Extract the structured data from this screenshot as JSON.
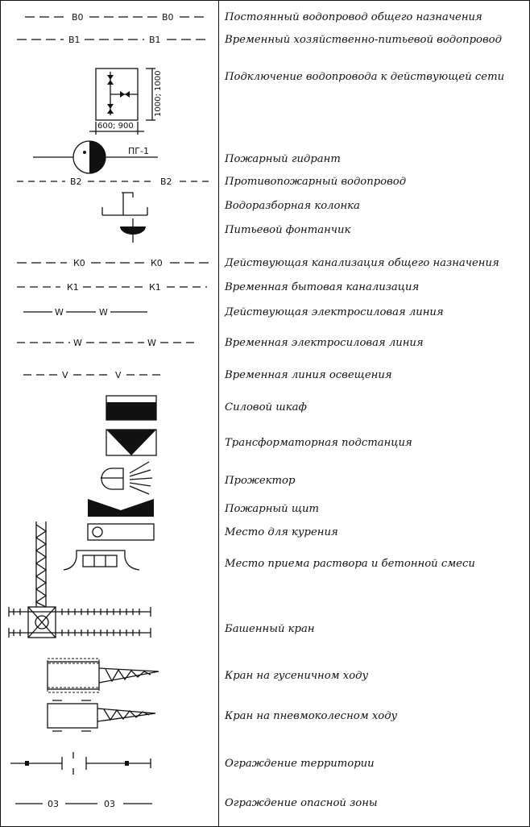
{
  "legend": {
    "items": [
      {
        "symbol": "line-dash-labeled",
        "labels": [
          "В0",
          "В0"
        ],
        "caption": "Постоянный водопровод общего назначения"
      },
      {
        "symbol": "line-dash-labeled",
        "labels": [
          "В1",
          "В1"
        ],
        "caption": "Временный хозяйственно-питьевой водопровод"
      },
      {
        "symbol": "water-connection",
        "labels": [
          "1000; 1000",
          "600; 900"
        ],
        "caption": "Подключение водопровода к действующей сети"
      },
      {
        "symbol": "fire-hydrant",
        "labels": [
          "ПГ-1"
        ],
        "caption": "Пожарный гидрант"
      },
      {
        "symbol": "line-dash-labeled",
        "labels": [
          "В2",
          "В2"
        ],
        "caption": "Противопожарный водопровод"
      },
      {
        "symbol": "water-standpipe",
        "labels": [],
        "caption": "Водоразборная колонка"
      },
      {
        "symbol": "drinking-fountain",
        "labels": [],
        "caption": "Питьевой фонтанчик"
      },
      {
        "symbol": "line-dash-labeled",
        "labels": [
          "К0",
          "К0"
        ],
        "caption": "Действующая канализация общего назначения"
      },
      {
        "symbol": "line-dash-labeled",
        "labels": [
          "К1",
          "К1"
        ],
        "caption": "Временная бытовая канализация"
      },
      {
        "symbol": "line-solid-labeled",
        "labels": [
          "W",
          "W"
        ],
        "caption": "Действующая электросиловая линия"
      },
      {
        "symbol": "line-dash-labeled",
        "labels": [
          "W",
          "W"
        ],
        "caption": "Временная электросиловая линия"
      },
      {
        "symbol": "line-dash-labeled",
        "labels": [
          "V",
          "V"
        ],
        "caption": "Временная линия освещения"
      },
      {
        "symbol": "power-cabinet",
        "labels": [],
        "caption": "Силовой шкаф"
      },
      {
        "symbol": "transformer-substation",
        "labels": [],
        "caption": "Трансформаторная подстанция"
      },
      {
        "symbol": "floodlight",
        "labels": [],
        "caption": "Прожектор"
      },
      {
        "symbol": "fire-board",
        "labels": [],
        "caption": "Пожарный щит"
      },
      {
        "symbol": "smoking-area",
        "labels": [],
        "caption": "Место для курения"
      },
      {
        "symbol": "mortar-receiving",
        "labels": [],
        "caption": "Место приема раствора и бетонной смеси"
      },
      {
        "symbol": "tower-crane",
        "labels": [],
        "caption": "Башенный кран"
      },
      {
        "symbol": "crawler-crane",
        "labels": [],
        "caption": "Кран на гусеничном ходу"
      },
      {
        "symbol": "pneumatic-crane",
        "labels": [],
        "caption": "Кран на пневмоколесном ходу"
      },
      {
        "symbol": "site-fence",
        "labels": [],
        "caption": "Ограждение территории"
      },
      {
        "symbol": "line-solid-labeled",
        "labels": [
          "03",
          "03"
        ],
        "caption": "Ограждение опасной зоны"
      }
    ]
  }
}
